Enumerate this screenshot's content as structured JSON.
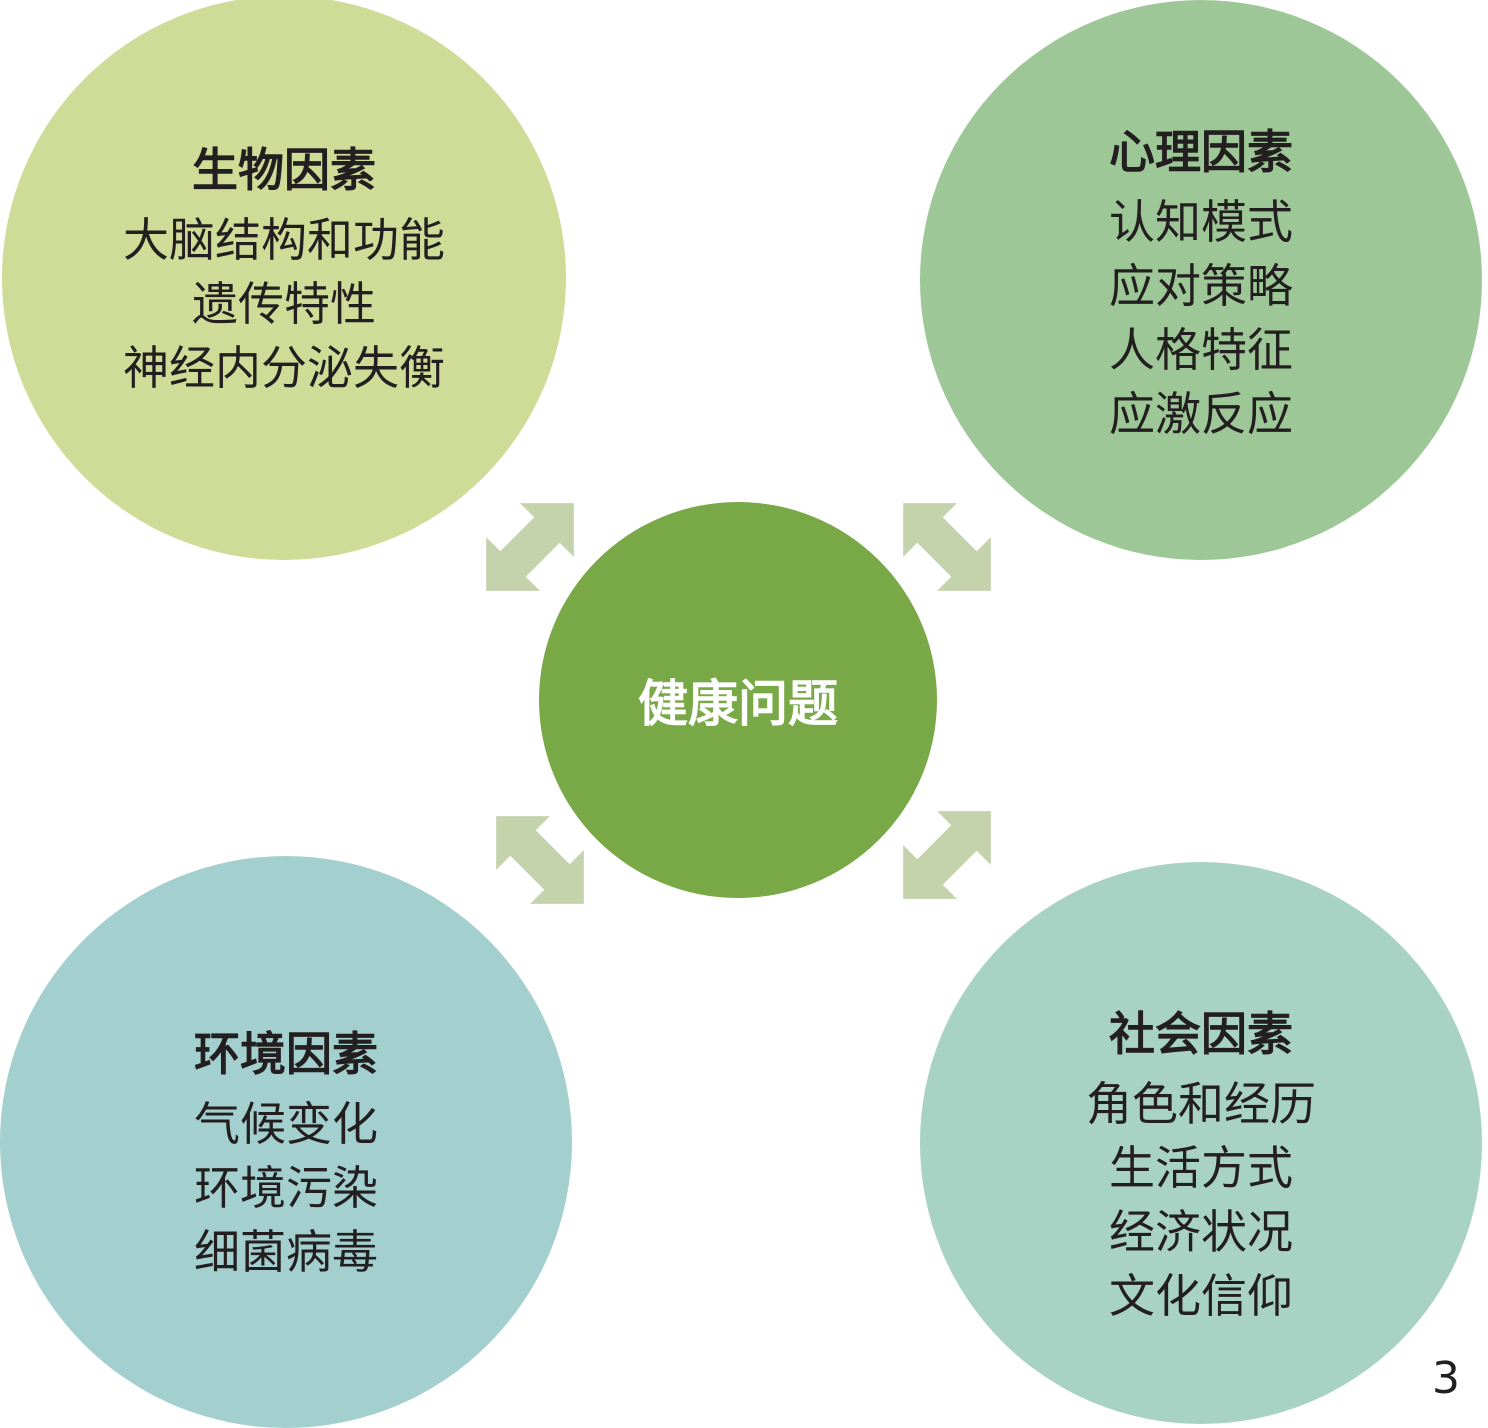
{
  "center": {
    "label": "健康问题"
  },
  "factors": {
    "biological": {
      "title": "生物因素",
      "items": [
        "大脑结构和功能",
        "遗传特性",
        "神经内分泌失衡"
      ]
    },
    "psychological": {
      "title": "心理因素",
      "items": [
        "认知模式",
        "应对策略",
        "人格特征",
        "应激反应"
      ]
    },
    "environmental": {
      "title": "环境因素",
      "items": [
        "气候变化",
        "环境污染",
        "细菌病毒"
      ]
    },
    "social": {
      "title": "社会因素",
      "items": [
        "角色和经历",
        "生活方式",
        "经济状况",
        "文化信仰"
      ]
    }
  },
  "page_number": "3",
  "colors": {
    "biological": "#cedc98",
    "psychological": "#9dc796",
    "environmental": "#a3cfce",
    "social": "#a8d2c4",
    "center": "#79a947",
    "arrow": "#c5d3ad"
  }
}
